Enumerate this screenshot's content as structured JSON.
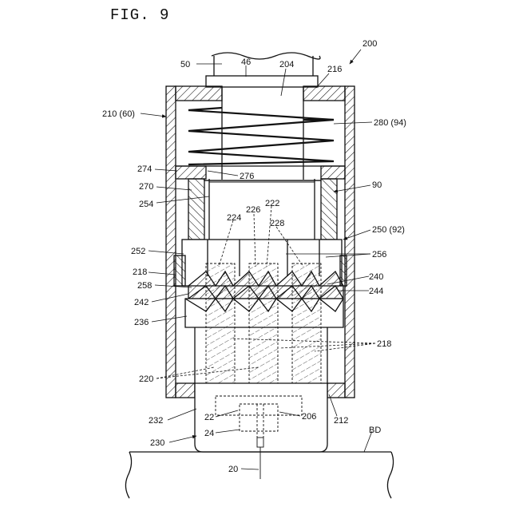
{
  "figure": {
    "title": "FIG. 9"
  },
  "labels": {
    "l200": "200",
    "l50": "50",
    "l46": "46",
    "l204": "204",
    "l216": "216",
    "l210": "210 (60)",
    "l280": "280 (94)",
    "l274": "274",
    "l276": "276",
    "l270": "270",
    "l90": "90",
    "l254": "254",
    "l226": "226",
    "l222": "222",
    "l224": "224",
    "l228": "228",
    "l250": "250 (92)",
    "l252": "252",
    "l256": "256",
    "l218a": "218",
    "l240": "240",
    "l258": "258",
    "l244": "244",
    "l242": "242",
    "l236": "236",
    "l218b": "218",
    "l220": "220",
    "l232": "232",
    "l22": "22",
    "l206": "206",
    "l212": "212",
    "l24": "24",
    "l230": "230",
    "lBD": "BD",
    "l20": "20"
  },
  "colors": {
    "line": "#111111",
    "background": "#ffffff"
  }
}
